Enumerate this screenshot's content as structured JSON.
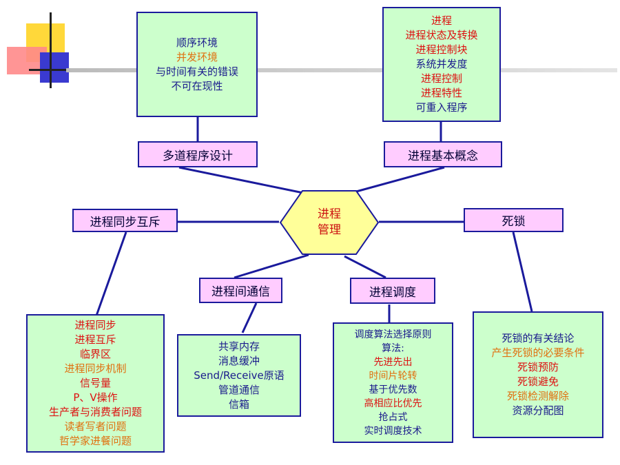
{
  "colors": {
    "box_fill": "#ccffcc",
    "label_fill": "#ffccff",
    "hub_fill": "#ffff99",
    "border": "#1a1a9c",
    "text_blue": "#1a1a8c",
    "text_red": "#dd1111",
    "text_orange": "#e07010"
  },
  "center": {
    "line1": "进程",
    "line2": "管理"
  },
  "branches": {
    "multiprogramming": {
      "label": "多道程序设计"
    },
    "basic_concepts": {
      "label": "进程基本概念"
    },
    "sync": {
      "label": "进程同步互斥"
    },
    "deadlock": {
      "label": "死锁"
    },
    "ipc": {
      "label": "进程间通信"
    },
    "scheduling": {
      "label": "进程调度"
    }
  },
  "boxes": {
    "multiprogramming": [
      {
        "text": "顺序环境",
        "color": "blue"
      },
      {
        "text": "并发环境",
        "color": "orange"
      },
      {
        "text": "与时间有关的错误",
        "color": "blue"
      },
      {
        "text": "不可在现性",
        "color": "blue"
      }
    ],
    "basic_concepts": [
      {
        "text": "进程",
        "color": "red"
      },
      {
        "text": "进程状态及转换",
        "color": "red"
      },
      {
        "text": "进程控制块",
        "color": "red"
      },
      {
        "text": "系统并发度",
        "color": "blue"
      },
      {
        "text": "进程控制",
        "color": "red"
      },
      {
        "text": "进程特性",
        "color": "red"
      },
      {
        "text": "可重入程序",
        "color": "blue"
      }
    ],
    "sync": [
      {
        "text": "进程同步",
        "color": "red"
      },
      {
        "text": "进程互斥",
        "color": "red"
      },
      {
        "text": "临界区",
        "color": "red"
      },
      {
        "text": "进程同步机制",
        "color": "orange"
      },
      {
        "text": "信号量",
        "color": "red"
      },
      {
        "text": "P、V操作",
        "color": "red"
      },
      {
        "text": "生产者与消费者问题",
        "color": "red"
      },
      {
        "text": "读者写者问题",
        "color": "orange"
      },
      {
        "text": "哲学家进餐问题",
        "color": "orange"
      }
    ],
    "ipc": [
      {
        "text": "共享内存",
        "color": "blue"
      },
      {
        "text": "消息缓冲",
        "color": "blue"
      },
      {
        "text": "Send/Receive原语",
        "color": "blue"
      },
      {
        "text": "管道通信",
        "color": "blue"
      },
      {
        "text": "信箱",
        "color": "blue"
      }
    ],
    "scheduling": [
      {
        "text": "调度算法选择原则",
        "color": "blue"
      },
      {
        "text": "算法:",
        "color": "blue"
      },
      {
        "text": "先进先出",
        "color": "red"
      },
      {
        "text": "时间片轮转",
        "color": "orange"
      },
      {
        "text": "基于优先数",
        "color": "blue"
      },
      {
        "text": "高相应比优先",
        "color": "red"
      },
      {
        "text": "抢占式",
        "color": "blue"
      },
      {
        "text": "实时调度技术",
        "color": "blue"
      }
    ],
    "deadlock": [
      {
        "text": "死锁的有关结论",
        "color": "blue"
      },
      {
        "text": "产生死锁的必要条件",
        "color": "orange"
      },
      {
        "text": "死锁预防",
        "color": "red"
      },
      {
        "text": "死锁避免",
        "color": "red"
      },
      {
        "text": "死锁检测解除",
        "color": "orange"
      },
      {
        "text": "资源分配图",
        "color": "blue"
      }
    ]
  }
}
